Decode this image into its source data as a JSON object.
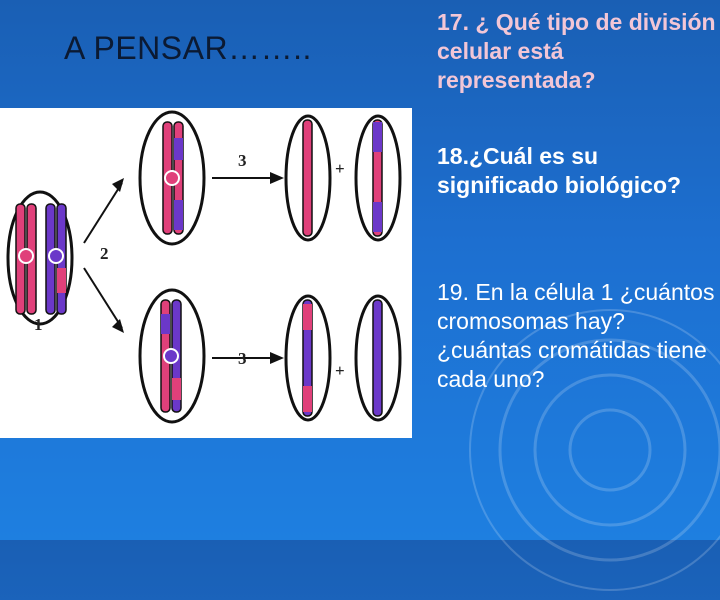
{
  "slide": {
    "title": "A PENSAR……..",
    "questions": [
      {
        "text": "17. ¿ Qué tipo de división   celular está representada?"
      },
      {
        "text": "18.¿Cuál es su significado biológico?"
      },
      {
        "text": "19. En la célula 1 ¿cuántos cromosomas hay? ¿cuántas cromátidas tiene cada uno?"
      }
    ]
  },
  "diagram": {
    "labels": {
      "cell_1": "1",
      "arrow_2": "2",
      "arrow_3_top": "3",
      "arrow_3_bottom": "3",
      "plus_top": "+",
      "plus_bottom": "+"
    },
    "colors": {
      "pink": "#e0407a",
      "purple": "#6b38c9",
      "outline": "#111111"
    }
  },
  "theme": {
    "background": "#1d6fd0",
    "question_highlight": "#f2c6d6",
    "title_color": "#0b1a33"
  }
}
